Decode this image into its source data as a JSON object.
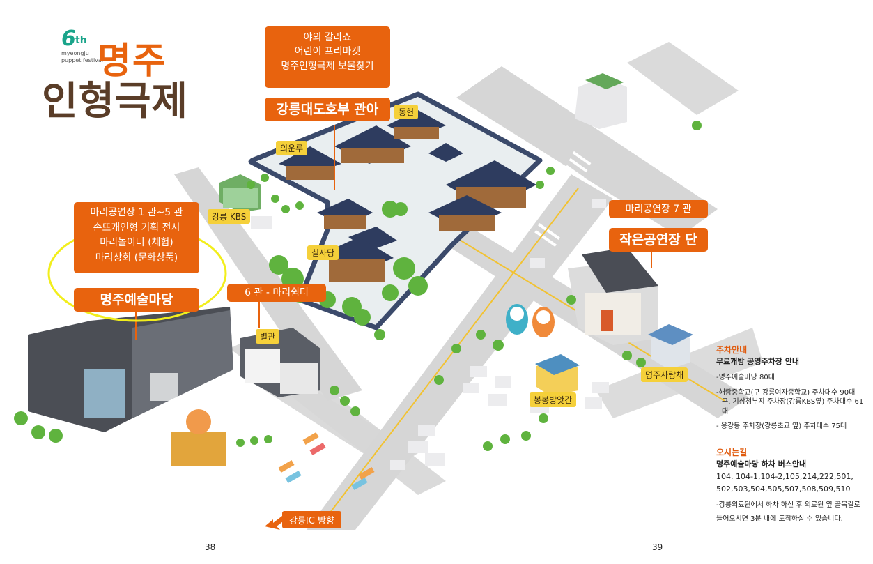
{
  "logo": {
    "edition": "6",
    "edition_suffix": "th",
    "sub_line1": "myeongju",
    "sub_line2": "puppet festival",
    "title_line1": "명주",
    "title_line2": "인형극제"
  },
  "callouts": {
    "top": {
      "lines": [
        "야외 갈라쇼",
        "어린이 프리마켓",
        "명주인형극제 보물찾기"
      ],
      "name": "강릉대도호부 관아"
    },
    "left": {
      "lines": [
        "마리공연장 1 관~5 관",
        "손뜨개인형 기획 전시",
        "마리놀이터 (체험)",
        "마리상회 (문화상품)"
      ],
      "name": "명주예술마당"
    },
    "right": {
      "line": "마리공연장 7 관",
      "name": "작은공연장 단"
    },
    "mid": {
      "line": "6 관 - 마리쉼터"
    }
  },
  "tags": {
    "dongheon": "동헌",
    "uiunru": "의운루",
    "kbs": "강릉 KBS",
    "chilsadang": "칠사당",
    "byeolgwan": "별관",
    "sarangchae": "명주사랑채",
    "bongbong": "봉봉방앗간"
  },
  "direction": "강릉IC 방향",
  "info": {
    "parking_title": "주차안내",
    "parking_sub": "무료개방 공영주차장 안내",
    "parking_items": [
      "-명주예술마당 80대",
      "-해람중학교(구 강릉여자중학교) 주차대수 90대",
      "구. 기상청부지 주차장(강릉KBS옆) 주차대수 61대",
      "- 용강동 주차장(강릉초교 옆) 주차대수 75대"
    ],
    "route_title": "오시는길",
    "route_sub": "명주예술마당 하차 버스안내",
    "route_buses_1": "104. 104-1,104-2,105,214,222,501,",
    "route_buses_2": "502,503,504,505,507,508,509,510",
    "route_note_1": "-강릉의료원에서 하차 하신 후 의료원 옆 골목길로",
    "route_note_2": "들어오시면 3분 내에 도착하실 수 있습니다."
  },
  "pages": {
    "left": "38",
    "right": "39"
  },
  "colors": {
    "accent": "#e8630e",
    "road": "#d4d4d4",
    "wall": "#3b4a6b",
    "tree": "#5fb33e",
    "highlight": "#f2ee1c"
  }
}
